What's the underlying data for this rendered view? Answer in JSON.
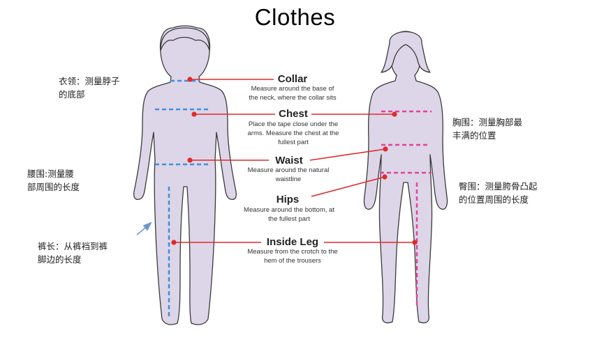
{
  "title": "Clothes",
  "measurements": {
    "collar": {
      "label": "Collar",
      "desc": "Measure around the base of\nthe neck, where the collar sits"
    },
    "chest": {
      "label": "Chest",
      "desc": "Place the tape close under the\narms. Measure the chest at the\nfullest part"
    },
    "waist": {
      "label": "Waist",
      "desc": "Measure around the natural\nwaistline"
    },
    "hips": {
      "label": "Hips",
      "desc": "Measure around the bottom, at\nthe fullest part"
    },
    "inside_leg": {
      "label": "Inside Leg",
      "desc": "Measure from the crotch to the\nhem of the trousers"
    }
  },
  "notes": {
    "collar": "衣领：测量脖子\n的底部",
    "waist": "腰围:测量腰\n部周围的长度",
    "inside_leg": "裤长：从裤裆到裤\n脚边的长度",
    "chest": "胸围：测量胸部最\n丰满的位置",
    "hips": "臀围：测量胯骨凸起\n的位置周围的长度"
  },
  "colors": {
    "body_fill": "#ddd5e8",
    "body_outline": "#3a3a3a",
    "male_tape": "#3f8fe0",
    "female_tape": "#e0449a",
    "pointer": "#e02a2a",
    "arrow": "#6d96c8"
  }
}
